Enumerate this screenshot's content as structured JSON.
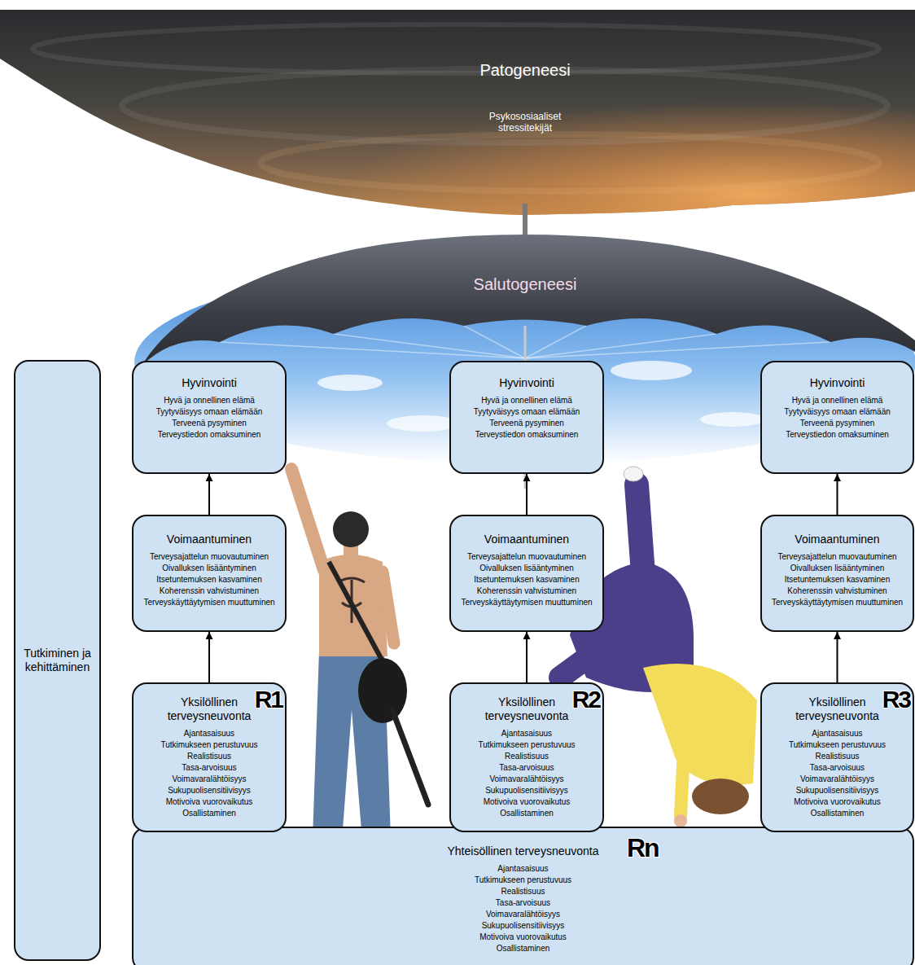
{
  "diagram": {
    "nodes": [
      {
        "text": [
          "Tutkiminen ja kehittäminen"
        ]
      },
      {
        "text": [
          "Hyvinvointi",
          "Hyvä ja onnellinen elämä",
          "Tyytyväisyys omaan elämään",
          "Terveenä pysyminen",
          "Terveystiedon omaksuminen"
        ]
      },
      {
        "text": [
          "Hyvinvointi",
          "Hyvä ja onnellinen elämä",
          "Tyytyväisyys omaan elämään",
          "Terveenä pysyminen",
          "Terveystiedon omaksuminen"
        ]
      },
      {
        "text": [
          "Hyvinvointi",
          "Hyvä ja onnellinen elämä",
          "Tyytyväisyys omaan elämään",
          "Terveenä pysyminen",
          "Terveystiedon omaksuminen"
        ]
      },
      {
        "text": [
          "Voimaantuminen",
          "Terveysajattelun muovautuminen",
          "Oivalluksen lisääntyminen",
          "Itsetuntemuksen kasvaminen",
          "Koherenssin vahvistuminen",
          "Terveyskäyttäytymisen muuttuminen"
        ]
      },
      {
        "text": [
          "Voimaantuminen",
          "Terveysajattelun muovautuminen",
          "Oivalluksen lisääntyminen",
          "Itsetuntemuksen kasvaminen",
          "Koherenssin vahvistuminen",
          "Terveyskäyttäytymisen muuttuminen"
        ]
      },
      {
        "text": [
          "Voimaantuminen",
          "Terveysajattelun muovautuminen",
          "Oivalluksen lisääntyminen",
          "Itsetuntemuksen kasvaminen",
          "Koherenssin vahvistuminen",
          "Terveyskäyttäytymisen muuttuminen"
        ]
      },
      {
        "text": [
          "Yksilöllinen terveysneuvonta",
          "R1",
          "Ajantasaisuus",
          "Tutkimukseen perustuvuus",
          "Realistisuus",
          "Tasa-arvoisuus",
          "Voimavaralähtöisyys",
          "Sukupuolisensitiivisyys",
          "Motivoiva vuorovaikutus",
          "Osallistaminen"
        ]
      },
      {
        "text": [
          "Yksilöllinen terveysneuvonta",
          "R2",
          "Ajantasaisuus",
          "Tutkimukseen perustuvuus",
          "Realistisuus",
          "Tasa-arvoisuus",
          "Voimavaralähtöisyys",
          "Sukupuolisensitiivisyys",
          "Motivoiva vuorovaikutus",
          "Osallistaminen"
        ]
      },
      {
        "text": [
          "Yksilöllinen terveysneuvonta",
          "R3",
          "Ajantasaisuus",
          "Tutkimukseen perustuvuus",
          "Realistisuus",
          "Tasa-arvoisuus",
          "Voimavaralähtöisyys",
          "Sukupuolisensitiivisyys",
          "Motivoiva vuorovaikutus",
          "Osallistaminen"
        ]
      },
      {
        "text": [
          "Yhteisöllinen terveysneuvonta",
          "Rn",
          "Ajantasaisuus",
          "Tutkimukseen perustuvuus",
          "Realistisuus",
          "Tasa-arvoisuus",
          "Voimavaralähtöisyys",
          "Sukupuolisensitiivisyys",
          "Motivoiva vuorovaikutus",
          "Osallistaminen"
        ]
      }
    ],
    "edges": [
      {
        "from": 7,
        "to": 4,
        "arrow": "to"
      },
      {
        "from": 4,
        "to": 1,
        "arrow": "to"
      },
      {
        "from": 8,
        "to": 5,
        "arrow": "to"
      },
      {
        "from": 5,
        "to": 2,
        "arrow": "to"
      },
      {
        "from": 9,
        "to": 6,
        "arrow": "to"
      },
      {
        "from": 6,
        "to": 3,
        "arrow": "to"
      }
    ],
    "labels": [
      "Patogeneesi",
      "Psykososiaaliset stressitekijät",
      "Salutogeneesi"
    ]
  }
}
